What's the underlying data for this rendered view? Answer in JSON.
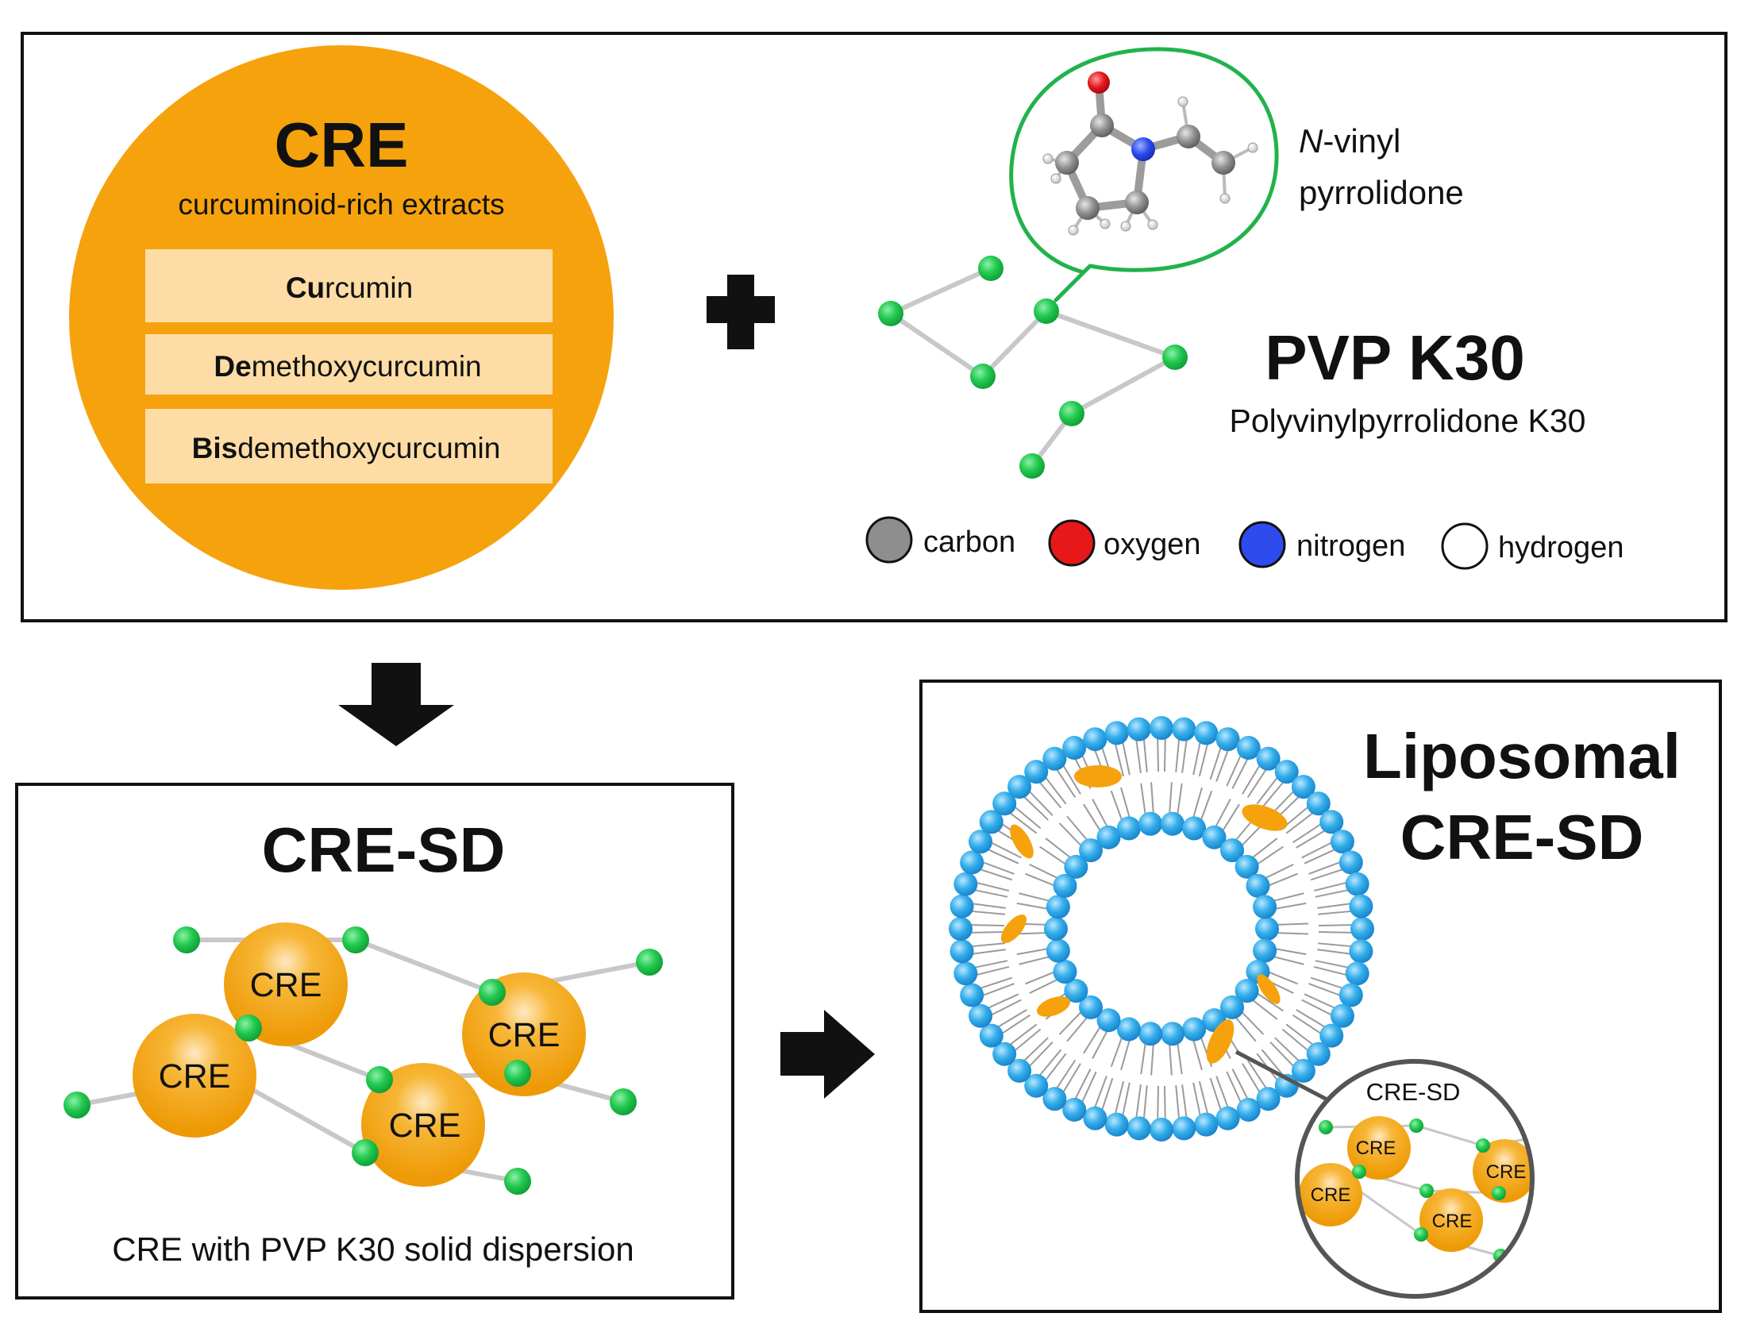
{
  "colors": {
    "orange": "#F5A20E",
    "orange_light": "#FDDCA0",
    "green": "#1FC24B",
    "carbon": "#8E8E8E",
    "oxygen": "#E8181A",
    "nitrogen": "#2E4BF0",
    "hydrogen": "#FFFFFF",
    "lipid_head": "#2DA8E8",
    "bond": "#C7C7C7",
    "bubble": "#22B24C"
  },
  "top_panel": {
    "cre": {
      "title": "CRE",
      "subtitle": "curcuminoid-rich extracts",
      "components": [
        {
          "bold": "Cu",
          "rest": "rcumin"
        },
        {
          "bold": "De",
          "rest": "methoxycurcumin"
        },
        {
          "bold": "Bis",
          "rest": "demethoxycurcumin"
        }
      ]
    },
    "plus_icon": "plus-icon",
    "monomer_name": {
      "italic": "N",
      "line1_rest": "-vinyl",
      "line2": "pyrrolidone"
    },
    "pvp": {
      "title": "PVP K30",
      "subtitle": "Polyvinylpyrrolidone K30"
    },
    "legend": [
      {
        "label": "carbon",
        "color": "#8E8E8E"
      },
      {
        "label": "oxygen",
        "color": "#E8181A"
      },
      {
        "label": "nitrogen",
        "color": "#2E4BF0"
      },
      {
        "label": "hydrogen",
        "color": "#FFFFFF"
      }
    ]
  },
  "cre_sd_panel": {
    "title": "CRE-SD",
    "particle_label": "CRE",
    "caption": "CRE with PVP K30 solid dispersion"
  },
  "liposome_panel": {
    "title_line1": "Liposomal",
    "title_line2": "CRE-SD",
    "inset_title": "CRE-SD",
    "inset_particle_label": "CRE"
  },
  "arrows": [
    "down-arrow-icon",
    "right-arrow-icon"
  ]
}
